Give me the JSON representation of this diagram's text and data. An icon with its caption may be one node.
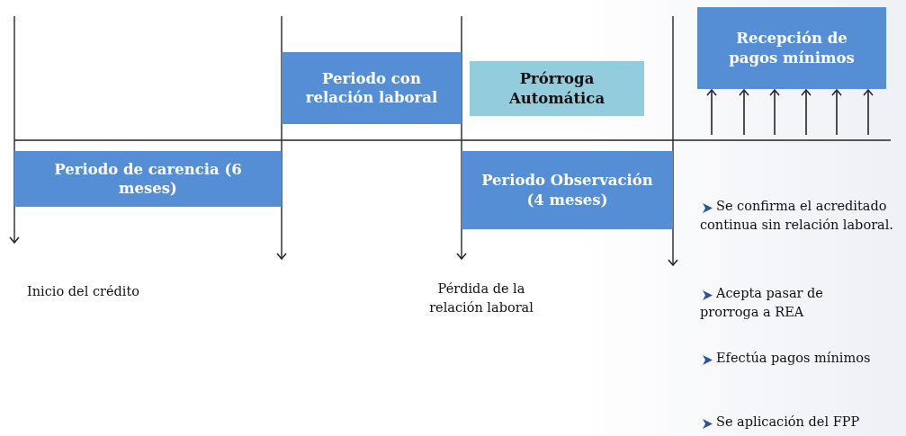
{
  "diagram": {
    "nodes": [
      {
        "text": [
          "Periodo con relación laboral"
        ]
      },
      {
        "text": [
          "Prórroga Automática"
        ]
      },
      {
        "text": [
          "Recepción de pagos mínimos"
        ]
      },
      {
        "text": [
          "Periodo de carencia (6 meses)"
        ]
      },
      {
        "text": [
          "Periodo Observación (4 meses)"
        ]
      }
    ],
    "edges": [
      {
        "from": null,
        "to": 2,
        "arrow": "to"
      },
      {
        "from": null,
        "to": 2,
        "arrow": "to"
      },
      {
        "from": null,
        "to": 2,
        "arrow": "to"
      },
      {
        "from": null,
        "to": 2,
        "arrow": "to"
      },
      {
        "from": null,
        "to": 2,
        "arrow": "to"
      },
      {
        "from": null,
        "to": 2,
        "arrow": "to"
      }
    ],
    "labels": [
      "Se confirma el acreditado continua sin relación laboral.",
      "Inicio del crédito",
      "Pérdida de la relación laboral",
      "Acepta pasar de prorroga a REA",
      "Efectúa pagos mínimos",
      "Se aplicación del FPP"
    ]
  }
}
